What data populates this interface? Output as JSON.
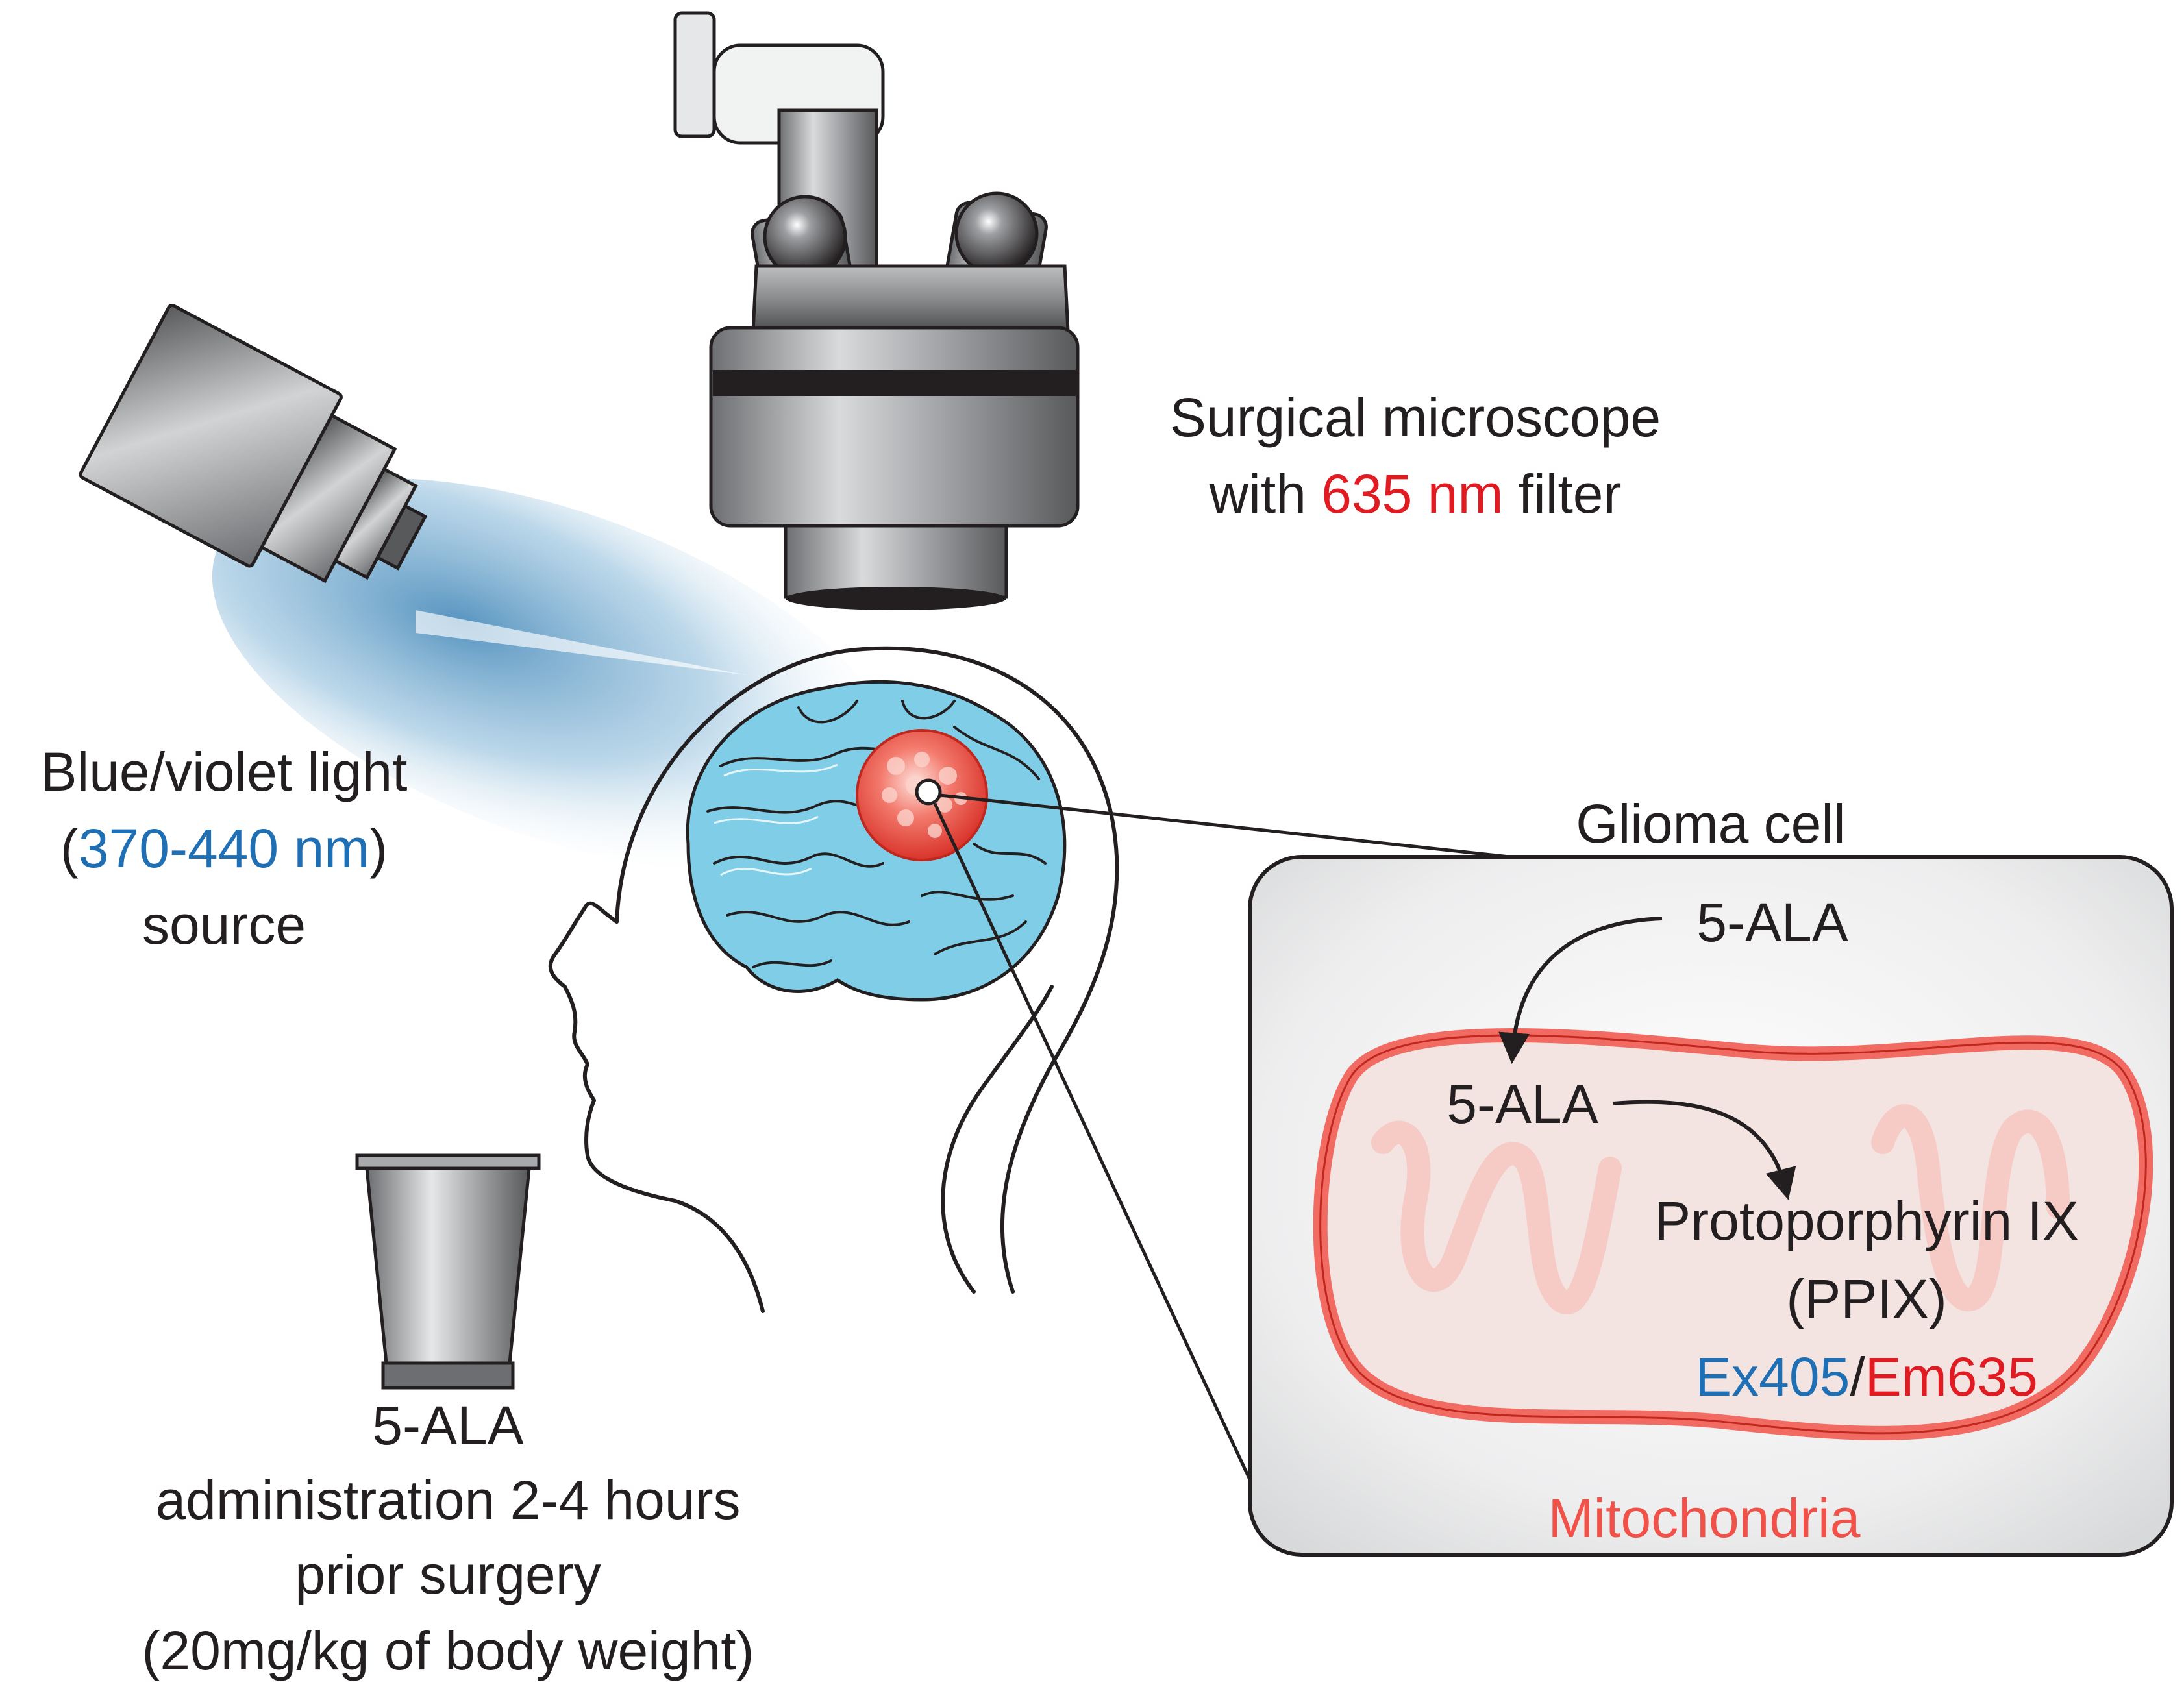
{
  "microscope": {
    "line1": "Surgical microscope",
    "line2_prefix": "with ",
    "line2_highlight": "635 nm",
    "line2_suffix": " filter"
  },
  "light": {
    "line1": "Blue/violet light",
    "line2_open": "(",
    "line2_highlight": "370-440 nm",
    "line2_close": ")",
    "line3": "source"
  },
  "administration": {
    "line1": "5-ALA",
    "line2": "administration 2-4 hours",
    "line3": "prior surgery",
    "line4": "(20mg/kg of body weight)"
  },
  "cell": {
    "title": "Glioma cell",
    "outer_ala": "5-ALA",
    "inner_ala": "5-ALA",
    "ppix_line1": "Protoporphyrin IX",
    "ppix_line2": "(PPIX)",
    "ex": "Ex405",
    "slash": "/",
    "em": "Em635",
    "mito": "Mitochondria"
  },
  "colors": {
    "blue_text": "#1f6fb5",
    "red_text": "#e11b22",
    "mito_text": "#f0524a",
    "brain_fill": "#7fcde6",
    "tumor": "#e8514a"
  }
}
